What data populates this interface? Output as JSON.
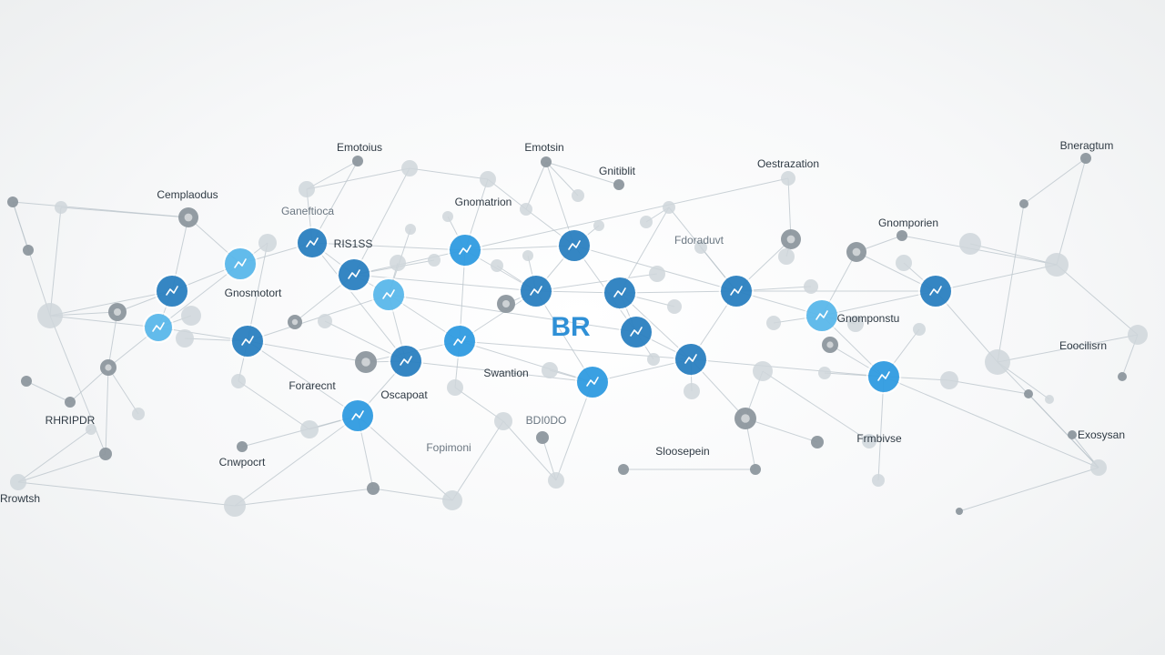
{
  "diagram": {
    "center_text": "BR",
    "labels": [
      "Emotoius",
      "Emotsin",
      "Gnitiblit",
      "Cemplaodus",
      "Bneragtum",
      "Oestrazation",
      "Gnomatrion",
      "Gnomporien",
      "Fdoraduvt",
      "Ganeftioca",
      "Gnosmotort",
      "RIS1SS",
      "Gnomponstu",
      "Eoocilisrn",
      "Swantion",
      "Forarecnt",
      "Exosysan",
      "Cnwpocrt",
      "Sloosepein",
      "Frmbivse",
      "RHRIPDR",
      "Rrowtsh",
      "Oscapoat",
      "BDI0DO",
      "Fopimoni"
    ],
    "colors": {
      "accent_blue": "#2f9be0",
      "deep_blue": "#2a7fc0",
      "mid_blue": "#5ab7ea",
      "gray_node": "#8d979e",
      "light_node": "#cfd6db",
      "edge": "#b9c3ca"
    }
  }
}
